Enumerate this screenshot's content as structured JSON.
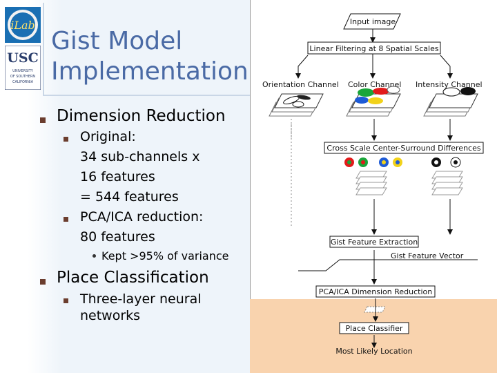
{
  "slide": {
    "title_line1": "Gist Model",
    "title_line2": "Implementation",
    "bullets": [
      {
        "text": "Dimension Reduction",
        "sub": [
          {
            "lines": [
              "Original:",
              "34 sub-channels x",
              "16 features",
              "= 544 features"
            ]
          },
          {
            "lines": [
              "PCA/ICA reduction:",
              "80 features"
            ],
            "sub": [
              "Kept >95% of variance"
            ]
          }
        ]
      },
      {
        "text": "Place Classification",
        "sub": [
          {
            "lines": [
              "Three-layer neural",
              "networks"
            ]
          }
        ]
      }
    ]
  },
  "logos": {
    "ilab": "iLab",
    "usc": "USC",
    "usc_sub": [
      "UNIVERSITY",
      "OF SOUTHERN",
      "CALIFORNIA"
    ]
  },
  "diagram": {
    "input": "Input image",
    "linear_filtering": "Linear Filtering at 8 Spatial Scales",
    "channels": [
      "Orientation Channel",
      "Color Channel",
      "Intensity Channel"
    ],
    "csd": "Cross Scale Center-Surround Differences",
    "gist_extraction": "Gist Feature Extraction",
    "gist_vector": "Gist Feature Vector",
    "pca": "PCA/ICA Dimension Reduction",
    "classifier": "Place Classifier",
    "output": "Most Likely Location",
    "colors": {
      "red": "#e21b1b",
      "green": "#1aa53a",
      "blue": "#1e5bd6",
      "yellow": "#f2d21a",
      "peach": "#f9d3ae"
    }
  }
}
